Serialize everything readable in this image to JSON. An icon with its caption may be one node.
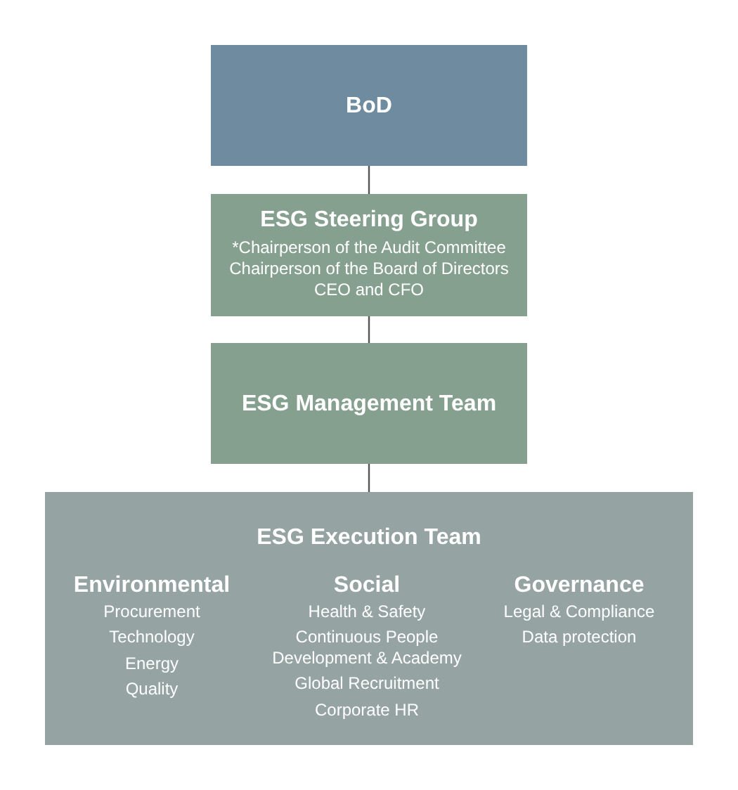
{
  "diagram": {
    "nodes": [
      {
        "text": [
          "BoD"
        ]
      },
      {
        "text": [
          "ESG Steering Group",
          "*Chairperson of the Audit Committee",
          "Chairperson of the Board of Directors",
          "CEO and CFO"
        ]
      },
      {
        "text": [
          "ESG Management Team"
        ]
      },
      {
        "text": [
          "ESG Execution Team",
          "Environmental",
          "Procurement",
          "Technology",
          "Energy",
          "Quality",
          "Social",
          "Health & Safety",
          "Continuous People Development & Academy",
          "Global Recruitment",
          "Corporate HR",
          "Governance",
          "Legal & Compliance",
          "Data protection"
        ]
      }
    ],
    "edges": [
      {
        "from": 0,
        "to": 1,
        "arrow": "none"
      },
      {
        "from": 1,
        "to": 2,
        "arrow": "none"
      },
      {
        "from": 2,
        "to": 3,
        "arrow": "none"
      }
    ]
  }
}
